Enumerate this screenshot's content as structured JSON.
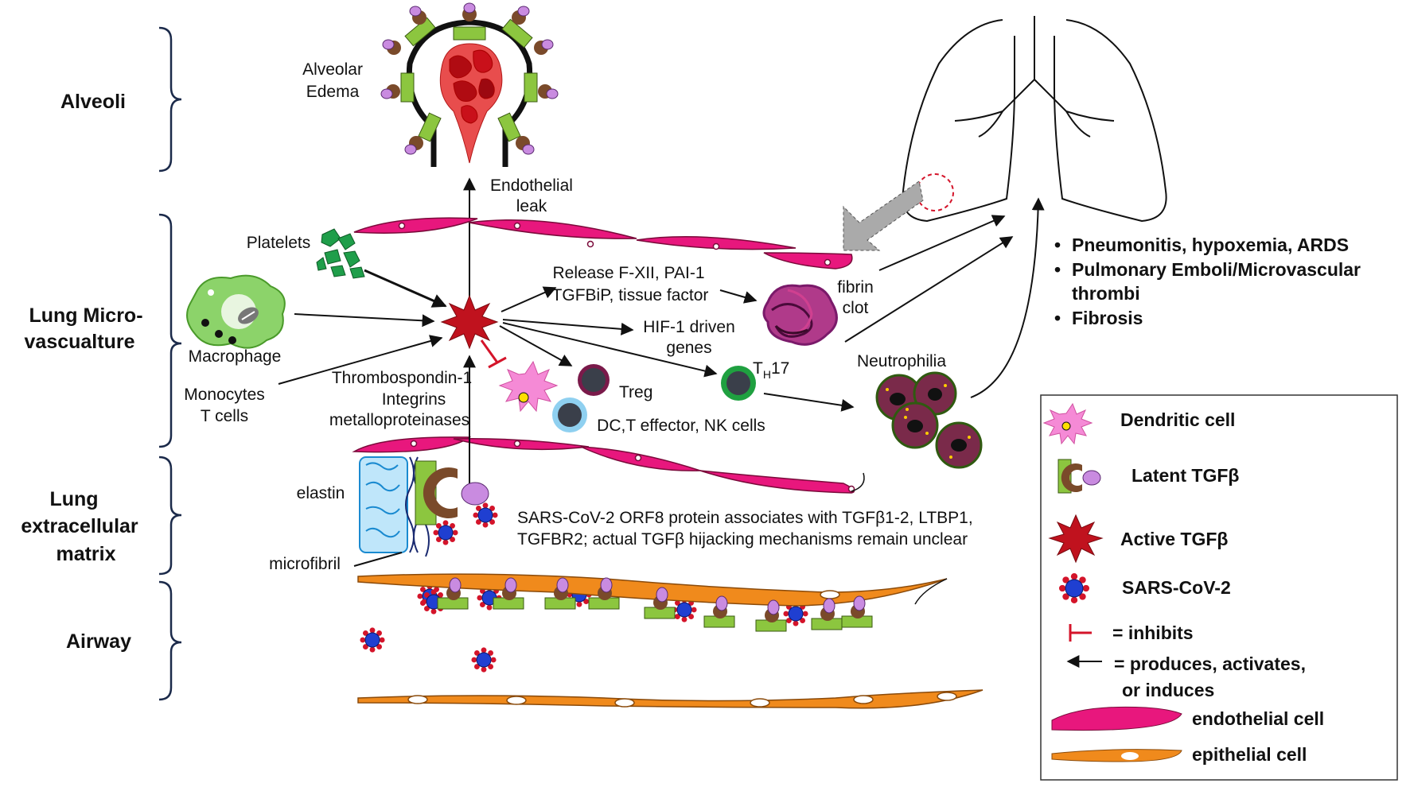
{
  "regions": {
    "alveoli": "Alveoli",
    "micro_1": "Lung Micro-",
    "micro_2": "vascualture",
    "ecm_1": "Lung",
    "ecm_2": "extracellular",
    "ecm_3": "matrix",
    "airway": "Airway"
  },
  "labels": {
    "alveolar_1": "Alveolar",
    "alveolar_2": "Edema",
    "endo_leak_1": "Endothelial",
    "endo_leak_2": "leak",
    "platelets": "Platelets",
    "macrophage": "Macrophage",
    "monocytes_1": "Monocytes",
    "monocytes_2": "T cells",
    "thrombo_1": "Thrombospondin-1",
    "thrombo_2": "Integrins",
    "thrombo_3": "metalloproteinases",
    "release_1": "Release F-XII,  PAI-1",
    "release_2": "TGFBiP, tissue factor",
    "hif_1": "HIF-1 driven",
    "hif_2": "genes",
    "treg": "Treg",
    "dc": "DC,T effector, NK cells",
    "th17_main": "T",
    "th17_sub": "H",
    "th17_num": "17",
    "fibrin_1": "fibrin",
    "fibrin_2": "clot",
    "neutrophilia": "Neutrophilia",
    "elastin": "elastin",
    "microfibril": "microfibril",
    "orf8_1": "SARS-CoV-2 ORF8 protein associates with TGFβ1-2, LTBP1,",
    "orf8_2": "TGFBR2; actual TGFβ hijacking mechanisms remain unclear"
  },
  "outcomes": {
    "o1": "Pneumonitis, hypoxemia, ARDS",
    "o2a": "Pulmonary Emboli/Microvascular",
    "o2b": "thrombi",
    "o3": "Fibrosis"
  },
  "legend": {
    "dendritic": "Dendritic cell",
    "latent": "Latent TGFβ",
    "active": "Active TGFβ",
    "sars": "SARS-CoV-2",
    "inhibits": "= inhibits",
    "produces_1": "= produces, activates,",
    "produces_2": "or induces",
    "endothelial": "endothelial  cell",
    "epithelial": "epithelial  cell"
  },
  "colors": {
    "endothelial": "#e8177d",
    "epithelial": "#f08a1c",
    "latent_green": "#8cc63f",
    "latent_brown": "#7a4a2a",
    "latent_purple": "#c98be0",
    "active_red": "#c0121e",
    "virus_blue": "#1f3fd1",
    "virus_red": "#d4142a",
    "platelet_green": "#1f9e4a",
    "fibrin": "#7a1a6a"
  }
}
